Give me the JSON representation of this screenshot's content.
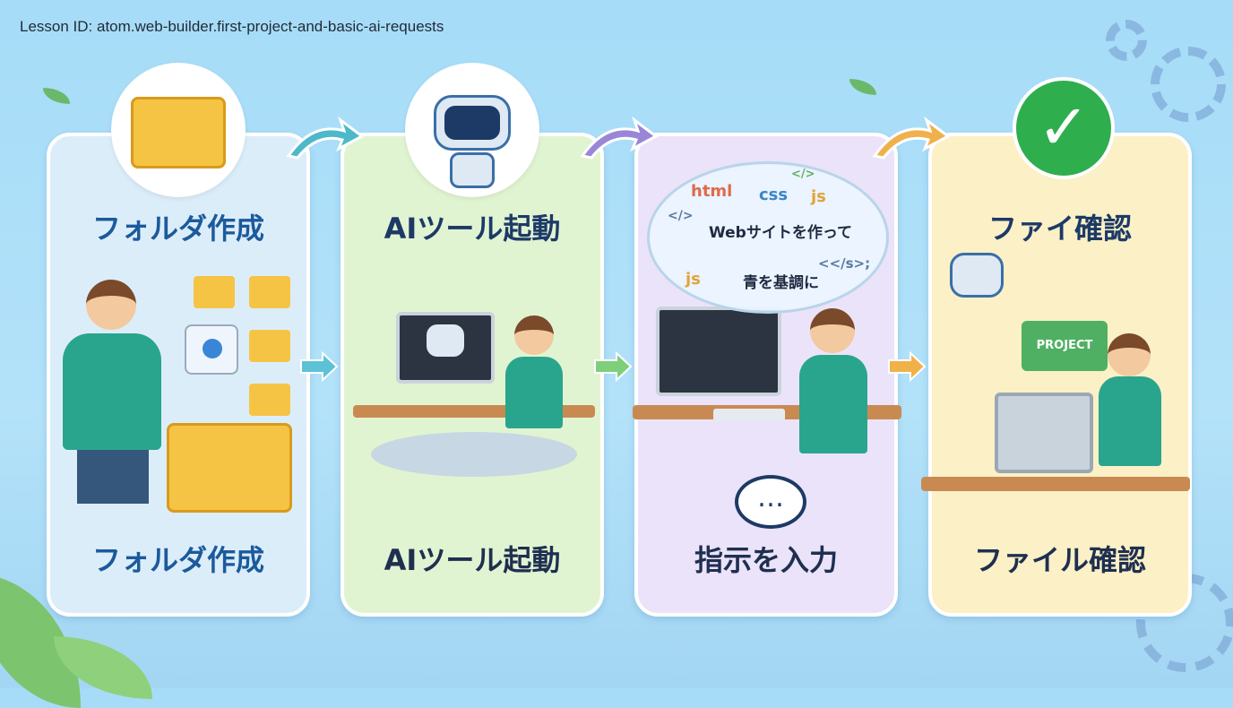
{
  "lesson_id": "Lesson ID: atom.web-builder.first-project-and-basic-ai-requests",
  "steps": [
    {
      "title": "フォルダ作成",
      "label": "フォルダ作成",
      "icon": "folder-icon"
    },
    {
      "title": "AIツール起動",
      "label": "AIツール起動",
      "icon": "robot-icon"
    },
    {
      "title": "",
      "label": "指示を入力",
      "icon": "speech-bubble-icon"
    },
    {
      "title": "ファイ確認",
      "label": "ファイル確認",
      "icon": "checkmark-icon"
    }
  ],
  "bubble": {
    "html": "html",
    "css": "css",
    "js1": "js",
    "js2": "js",
    "tag1": "</>",
    "tag2": "</>",
    "tag3": "<</s>;",
    "line1": "Webサイトを作って",
    "line2": "青を基調に"
  },
  "project_label": "PROJECT",
  "colors": {
    "folder": "#f6c445",
    "check": "#2fae4e",
    "shirt": "#2aa58d",
    "accent": "#1b5a9c"
  }
}
